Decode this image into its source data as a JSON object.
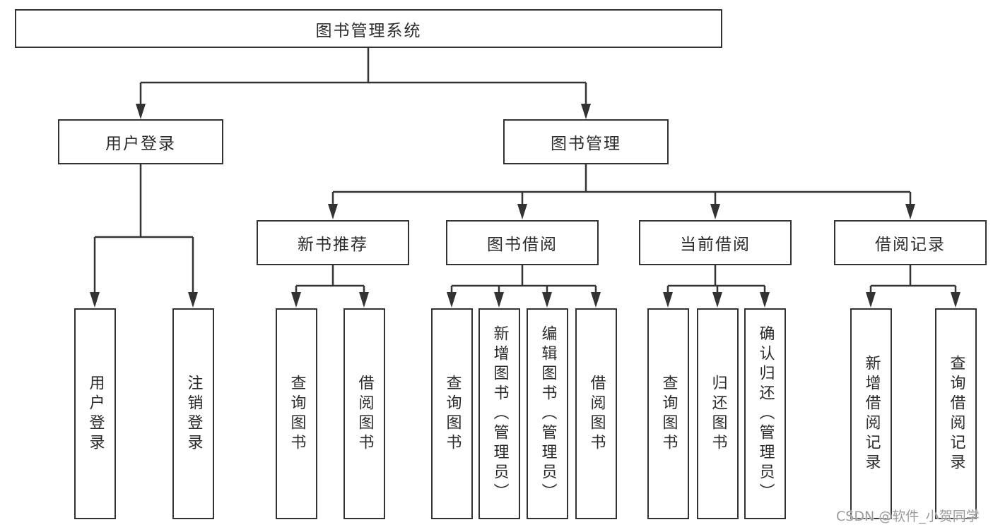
{
  "diagram": {
    "root_label": "图书管理系统",
    "level2": {
      "user_login": "用户登录",
      "book_mgmt": "图书管理"
    },
    "level3": {
      "new_books": "新书推荐",
      "book_borrow": "图书借阅",
      "current_borrow": "当前借阅",
      "borrow_records": "借阅记录"
    },
    "leaves": {
      "user_login": "用户登录",
      "logout": "注销登录",
      "nb_query_books": "查询图书",
      "nb_borrow_books": "借阅图书",
      "bb_query_books": "查询图书",
      "bb_add_books": "新增图书（管理员）",
      "bb_edit_books": "编辑图书（管理员）",
      "bb_borrow_books": "借阅图书",
      "cb_query_books": "查询图书",
      "cb_return_books": "归还图书",
      "cb_confirm_return": "确认归还（管理员）",
      "br_add_record": "新增借阅记录",
      "br_query_record": "查询借阅记录"
    },
    "watermark": "CSDN @软件_小贺同学",
    "colors": {
      "line": "#333333",
      "text": "#2b2b2b",
      "watermark": "#9b9b9b"
    }
  }
}
